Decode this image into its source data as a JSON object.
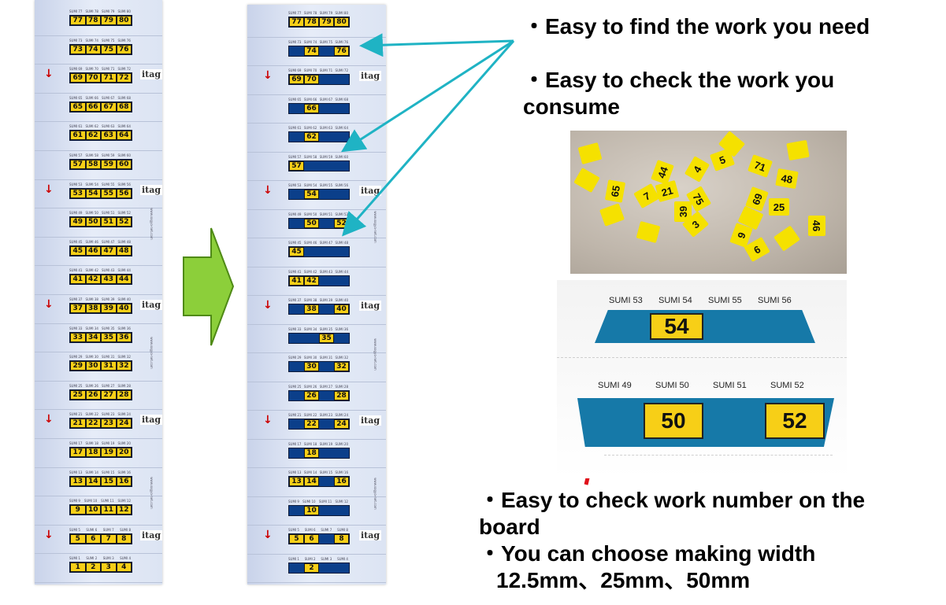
{
  "board_before": {
    "rows": [
      {
        "labels": [
          "SUMI 77",
          "SUMI 78",
          "SUMI 79",
          "SUMI 80"
        ],
        "cells": [
          "77",
          "78",
          "79",
          "80"
        ],
        "marker": false
      },
      {
        "labels": [
          "SUMI 73",
          "SUMI 74",
          "SUMI 75",
          "SUMI 76"
        ],
        "cells": [
          "73",
          "74",
          "75",
          "76"
        ],
        "marker": false
      },
      {
        "labels": [
          "SUMI 69",
          "SUMI 70",
          "SUMI 71",
          "SUMI 72"
        ],
        "cells": [
          "69",
          "70",
          "71",
          "72"
        ],
        "marker": true
      },
      {
        "labels": [
          "SUMI 65",
          "SUMI 66",
          "SUMI 67",
          "SUMI 68"
        ],
        "cells": [
          "65",
          "66",
          "67",
          "68"
        ],
        "marker": false
      },
      {
        "labels": [
          "SUMI 61",
          "SUMI 62",
          "SUMI 63",
          "SUMI 64"
        ],
        "cells": [
          "61",
          "62",
          "63",
          "64"
        ],
        "marker": false
      },
      {
        "labels": [
          "SUMI 57",
          "SUMI 58",
          "SUMI 59",
          "SUMI 60"
        ],
        "cells": [
          "57",
          "58",
          "59",
          "60"
        ],
        "marker": false
      },
      {
        "labels": [
          "SUMI 53",
          "SUMI 54",
          "SUMI 55",
          "SUMI 56"
        ],
        "cells": [
          "53",
          "54",
          "55",
          "56"
        ],
        "marker": true
      },
      {
        "labels": [
          "SUMI 49",
          "SUMI 50",
          "SUMI 51",
          "SUMI 52"
        ],
        "cells": [
          "49",
          "50",
          "51",
          "52"
        ],
        "marker": false
      },
      {
        "labels": [
          "SUMI 45",
          "SUMI 46",
          "SUMI 47",
          "SUMI 48"
        ],
        "cells": [
          "45",
          "46",
          "47",
          "48"
        ],
        "marker": false
      },
      {
        "labels": [
          "SUMI 41",
          "SUMI 42",
          "SUMI 43",
          "SUMI 44"
        ],
        "cells": [
          "41",
          "42",
          "43",
          "44"
        ],
        "marker": false
      },
      {
        "labels": [
          "SUMI 37",
          "SUMI 38",
          "SUMI 39",
          "SUMI 40"
        ],
        "cells": [
          "37",
          "38",
          "39",
          "40"
        ],
        "marker": true
      },
      {
        "labels": [
          "SUMI 33",
          "SUMI 34",
          "SUMI 35",
          "SUMI 36"
        ],
        "cells": [
          "33",
          "34",
          "35",
          "36"
        ],
        "marker": false
      },
      {
        "labels": [
          "SUMI 29",
          "SUMI 30",
          "SUMI 31",
          "SUMI 32"
        ],
        "cells": [
          "29",
          "30",
          "31",
          "32"
        ],
        "marker": false
      },
      {
        "labels": [
          "SUMI 25",
          "SUMI 26",
          "SUMI 27",
          "SUMI 28"
        ],
        "cells": [
          "25",
          "26",
          "27",
          "28"
        ],
        "marker": false
      },
      {
        "labels": [
          "SUMI 21",
          "SUMI 22",
          "SUMI 23",
          "SUMI 24"
        ],
        "cells": [
          "21",
          "22",
          "23",
          "24"
        ],
        "marker": true
      },
      {
        "labels": [
          "SUMI 17",
          "SUMI 18",
          "SUMI 19",
          "SUMI 20"
        ],
        "cells": [
          "17",
          "18",
          "19",
          "20"
        ],
        "marker": false
      },
      {
        "labels": [
          "SUMI 13",
          "SUMI 14",
          "SUMI 15",
          "SUMI 16"
        ],
        "cells": [
          "13",
          "14",
          "15",
          "16"
        ],
        "marker": false
      },
      {
        "labels": [
          "SUMI 9",
          "SUMI 10",
          "SUMI 11",
          "SUMI 12"
        ],
        "cells": [
          "9",
          "10",
          "11",
          "12"
        ],
        "marker": false
      },
      {
        "labels": [
          "SUMI 5",
          "SUMI 6",
          "SUMI 7",
          "SUMI 8"
        ],
        "cells": [
          "5",
          "6",
          "7",
          "8"
        ],
        "marker": true
      },
      {
        "labels": [
          "SUMI 1",
          "SUMI 2",
          "SUMI 3",
          "SUMI 4"
        ],
        "cells": [
          "1",
          "2",
          "3",
          "4"
        ],
        "marker": false
      }
    ]
  },
  "board_after": {
    "rows": [
      {
        "labels": [
          "SUMI 77",
          "SUMI 78",
          "SUMI 79",
          "SUMI 80"
        ],
        "cells": [
          "77",
          "78",
          "79",
          "80"
        ],
        "marker": false
      },
      {
        "labels": [
          "SUMI 73",
          "SUMI 74",
          "SUMI 75",
          "SUMI 76"
        ],
        "cells": [
          "",
          "74",
          "",
          "76"
        ],
        "marker": false
      },
      {
        "labels": [
          "SUMI 69",
          "SUMI 70",
          "SUMI 71",
          "SUMI 72"
        ],
        "cells": [
          "69",
          "70",
          "",
          ""
        ],
        "marker": true
      },
      {
        "labels": [
          "SUMI 65",
          "SUMI 66",
          "SUMI 67",
          "SUMI 68"
        ],
        "cells": [
          "",
          "66",
          "",
          ""
        ],
        "marker": false
      },
      {
        "labels": [
          "SUMI 61",
          "SUMI 62",
          "SUMI 63",
          "SUMI 64"
        ],
        "cells": [
          "",
          "62",
          "",
          ""
        ],
        "marker": false
      },
      {
        "labels": [
          "SUMI 57",
          "SUMI 58",
          "SUMI 59",
          "SUMI 60"
        ],
        "cells": [
          "57",
          "",
          "",
          ""
        ],
        "marker": false
      },
      {
        "labels": [
          "SUMI 53",
          "SUMI 54",
          "SUMI 55",
          "SUMI 56"
        ],
        "cells": [
          "",
          "54",
          "",
          ""
        ],
        "marker": true
      },
      {
        "labels": [
          "SUMI 49",
          "SUMI 50",
          "SUMI 51",
          "SUMI 52"
        ],
        "cells": [
          "",
          "50",
          "",
          "52"
        ],
        "marker": false
      },
      {
        "labels": [
          "SUMI 45",
          "SUMI 46",
          "SUMI 47",
          "SUMI 48"
        ],
        "cells": [
          "45",
          "",
          "",
          ""
        ],
        "marker": false
      },
      {
        "labels": [
          "SUMI 41",
          "SUMI 42",
          "SUMI 43",
          "SUMI 44"
        ],
        "cells": [
          "41",
          "42",
          "",
          ""
        ],
        "marker": false
      },
      {
        "labels": [
          "SUMI 37",
          "SUMI 38",
          "SUMI 39",
          "SUMI 40"
        ],
        "cells": [
          "",
          "38",
          "",
          "40"
        ],
        "marker": true
      },
      {
        "labels": [
          "SUMI 33",
          "SUMI 34",
          "SUMI 35",
          "SUMI 36"
        ],
        "cells": [
          "",
          "",
          "35",
          ""
        ],
        "marker": false
      },
      {
        "labels": [
          "SUMI 29",
          "SUMI 30",
          "SUMI 31",
          "SUMI 32"
        ],
        "cells": [
          "",
          "30",
          "",
          "32"
        ],
        "marker": false
      },
      {
        "labels": [
          "SUMI 25",
          "SUMI 26",
          "SUMI 27",
          "SUMI 28"
        ],
        "cells": [
          "",
          "26",
          "",
          "28"
        ],
        "marker": false
      },
      {
        "labels": [
          "SUMI 21",
          "SUMI 22",
          "SUMI 23",
          "SUMI 24"
        ],
        "cells": [
          "",
          "22",
          "",
          "24"
        ],
        "marker": true
      },
      {
        "labels": [
          "SUMI 17",
          "SUMI 18",
          "SUMI 19",
          "SUMI 20"
        ],
        "cells": [
          "",
          "18",
          "",
          ""
        ],
        "marker": false
      },
      {
        "labels": [
          "SUMI 13",
          "SUMI 14",
          "SUMI 15",
          "SUMI 16"
        ],
        "cells": [
          "13",
          "14",
          "",
          "16"
        ],
        "marker": false
      },
      {
        "labels": [
          "SUMI 9",
          "SUMI 10",
          "SUMI 11",
          "SUMI 12"
        ],
        "cells": [
          "",
          "10",
          "",
          ""
        ],
        "marker": false
      },
      {
        "labels": [
          "SUMI 5",
          "SUMI 6",
          "SUMI 7",
          "SUMI 8"
        ],
        "cells": [
          "5",
          "6",
          "",
          "8"
        ],
        "marker": true
      },
      {
        "labels": [
          "SUMI 1",
          "SUMI 2",
          "SUMI 3",
          "SUMI 4"
        ],
        "cells": [
          "",
          "2",
          "",
          ""
        ],
        "marker": false
      }
    ]
  },
  "logo_text": "itag",
  "side_text": "www.sogyo-net.com",
  "captions": {
    "top1": "・Easy to find the work you need",
    "top2": "・Easy to check  the work you consume",
    "bottom1": "・Easy to check work number on the board",
    "bottom2": "・You can choose making width",
    "bottom3": "12.5mm、25mm、50mm"
  },
  "photo_chips": [
    "44",
    "4",
    "5",
    "71",
    "48",
    "65",
    "7",
    "21",
    "75",
    "39",
    "69",
    "25",
    "3",
    "46",
    "9",
    "6"
  ],
  "closeup": {
    "row1_labels": [
      "SUMI 53",
      "SUMI 54",
      "SUMI 55",
      "SUMI 56"
    ],
    "row1_number": "54",
    "row2_labels": [
      "SUMI 49",
      "SUMI 50",
      "SUMI 51",
      "SUMI 52"
    ],
    "row2_numbers": [
      "50",
      "52"
    ]
  },
  "colors": {
    "yellow": "#f7cf17",
    "blue": "#0b3f8a",
    "teal_arrow": "#1fb3c4",
    "red_arrow": "#e0101a",
    "green_arrow": "#8ccf3a"
  }
}
